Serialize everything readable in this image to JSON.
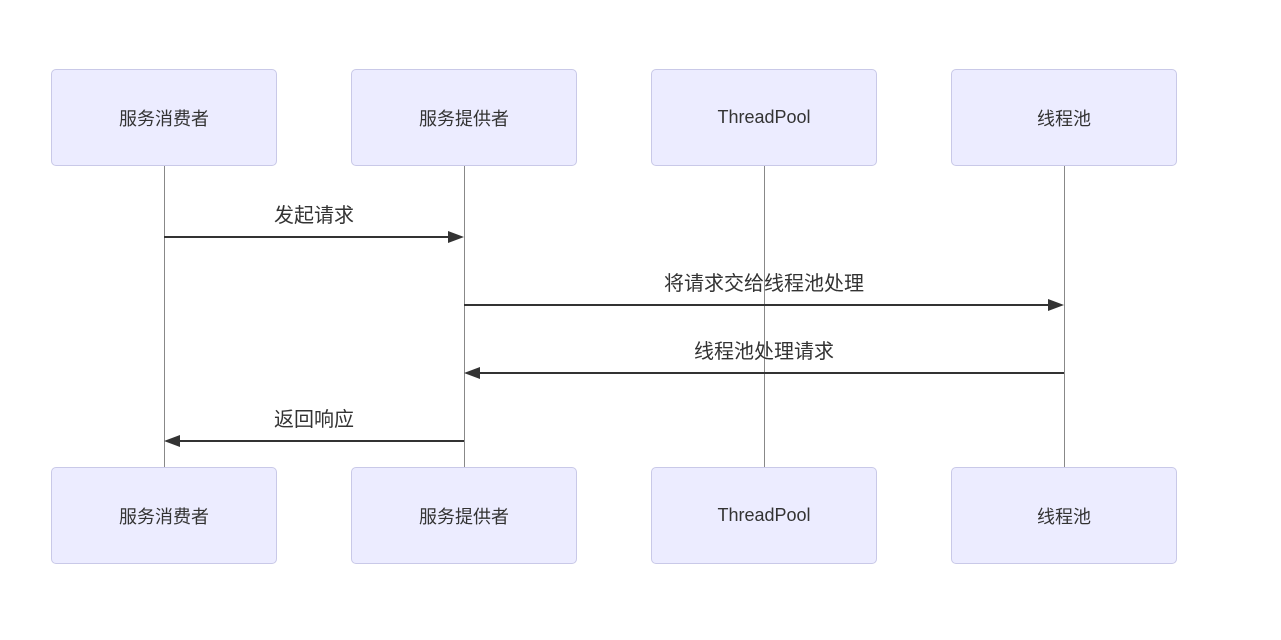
{
  "diagram": {
    "type": "sequence-diagram",
    "participants": [
      {
        "id": "service-consumer",
        "label": "服务消费者"
      },
      {
        "id": "service-provider",
        "label": "服务提供者"
      },
      {
        "id": "threadpool",
        "label": "ThreadPool"
      },
      {
        "id": "thread-pool",
        "label": "线程池"
      }
    ],
    "messages": [
      {
        "from": "服务消费者",
        "to": "服务提供者",
        "label": "发起请求",
        "direction": "right",
        "line_style": "solid"
      },
      {
        "from": "服务提供者",
        "to": "线程池",
        "label": "将请求交给线程池处理",
        "direction": "right",
        "line_style": "solid"
      },
      {
        "from": "线程池",
        "to": "服务提供者",
        "label": "线程池处理请求",
        "direction": "left",
        "line_style": "solid"
      },
      {
        "from": "服务提供者",
        "to": "服务消费者",
        "label": "返回响应",
        "direction": "left",
        "line_style": "solid"
      }
    ],
    "colors": {
      "background": "#ffffff",
      "actor_fill": "#ECECFF",
      "actor_border": "#c9c9e8",
      "actor_text": "#333333",
      "lifeline": "#888888",
      "arrow": "#333333",
      "message_text": "#333333"
    }
  }
}
